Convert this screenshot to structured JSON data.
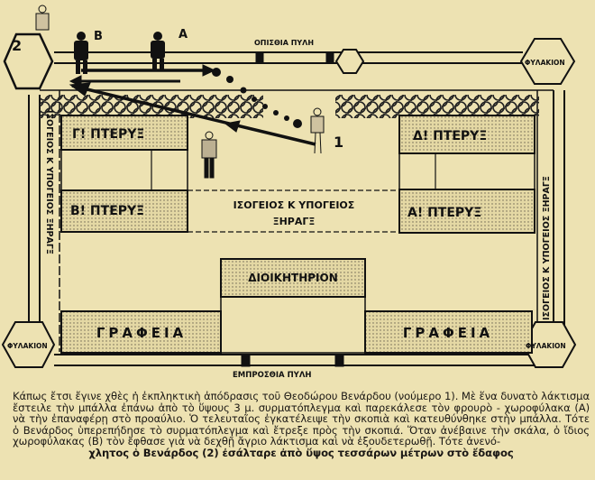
{
  "diagram": {
    "rear_gate": "ΟΠΙΣΘΙΑ ΠΥΛΗ",
    "front_gate": "ΕΜΠΡΟΣΘΙΑ ΠΥΛΗ",
    "guardhouse": "ΦΥΛΑΚΙΟΝ",
    "wing_g": "Γ! ΠΤΕΡΥΞ",
    "wing_b": "Β! ΠΤΕΡΥΞ",
    "wing_d": "Δ! ΠΤΕΡΥΞ",
    "wing_a": "Α! ΠΤΕΡΥΞ",
    "cells_line1": "ΙΣΟΓΕΙΟΣ Κ ΥΠΟΓΕΙΟΣ",
    "cells_line2": "ΞΗΡΑΓΞ",
    "side_cells": "ΙΣΟΓΕΙΟΣ Κ ΥΠΟΓΕΙΟΣ ΞΗΡΑΓΞ",
    "headquarters": "ΔΙΟΙΚΗΤΗΡΙΟΝ",
    "offices": "ΓΡΑΦΕΙΑ",
    "marker_1": "1",
    "marker_2": "2",
    "marker_a": "Α",
    "marker_b": "Β"
  },
  "caption": {
    "body": "Κάπως ἔτσι ἔγινε χθὲς ἡ ἐκπληκτικὴ ἀπόδρασις τοῦ Θεοδώρου Βενάρδου (νούμερο 1). Μὲ ἕνα δυνατὸ λάκτισμα ἔστειλε τὴν μπάλλα ἐπάνω ἀπὸ τὸ ὕψους 3 μ. συρματόπλεγμα καὶ παρεκάλεσε τὸν φρουρὸ - χωροφύλακα (Α) νὰ τὴν ἐπαναφέρῃ στὸ προαύλιο. Ὁ τελευταῖος ἐγκατέλειψε τὴν σκοπιὰ καὶ κατευθύνθηκε στὴν μπάλλα. Τότε ὁ Βενάρδος ὑπερεπήδησε τὸ συρματόπλεγμα καὶ ἔτρεξε πρὸς τὴν σκοπιά. Ὅταν ἀνέβαινε τὴν σκάλα, ὁ ἴδιος χωροφύλακας (Β) τὸν ἔφθασε γιὰ νὰ δεχθῇ ἄγριο λάκτισμα καὶ νὰ ἐξουδετερωθῇ. Τότε ἀνενό-",
    "last_line": "χλητος ὁ Βενάρδος (2) ἐσάλταρε ἀπὸ ὕψος τεσσάρων μέτρων στὸ ἔδαφος"
  },
  "colors": {
    "paper": "#ede2b2",
    "ink": "#111111",
    "shade": "#d9cc98"
  }
}
